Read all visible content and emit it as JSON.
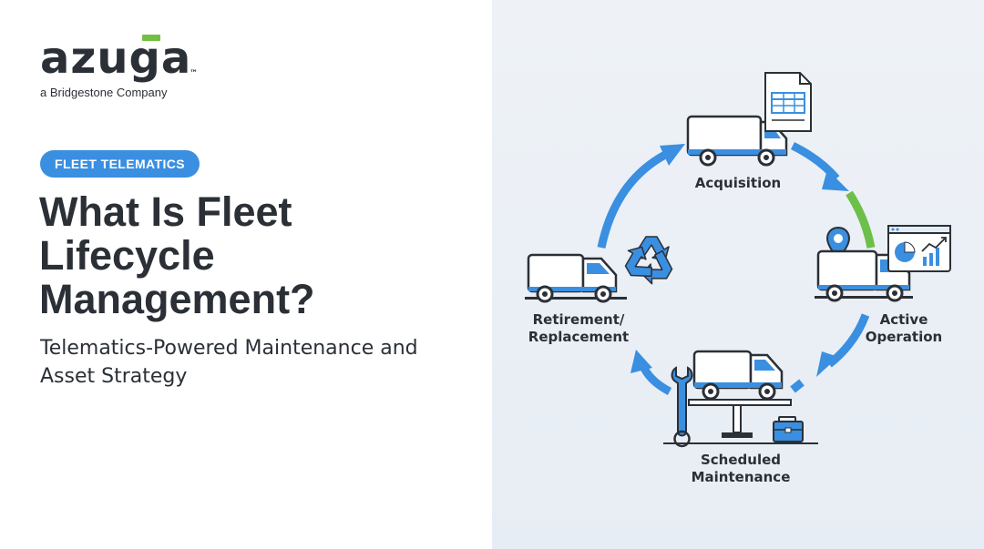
{
  "brand": {
    "logo_text": "azuga",
    "trademark": "™",
    "tagline": "a Bridgestone Company",
    "accent_green": "#72c043"
  },
  "badge": {
    "label": "FLEET TELEMATICS",
    "color": "#3a8fe0"
  },
  "heading": {
    "title": "What Is Fleet Lifecycle Management?",
    "subtitle": "Telematics-Powered Maintenance and Asset Strategy"
  },
  "diagram": {
    "stages": [
      {
        "label": "Acquisition",
        "icon": "van-with-document-icon"
      },
      {
        "label": "Active Operation",
        "icon": "van-with-location-and-dashboard-icon"
      },
      {
        "label": "Scheduled Maintenance",
        "icon": "van-on-lift-with-wrench-and-toolbox-icon"
      },
      {
        "label": "Retirement/ Replacement",
        "icon": "van-with-recycle-icon"
      }
    ],
    "arrow_color": "#3a8fe0",
    "highlight_color": "#6cc04a"
  }
}
